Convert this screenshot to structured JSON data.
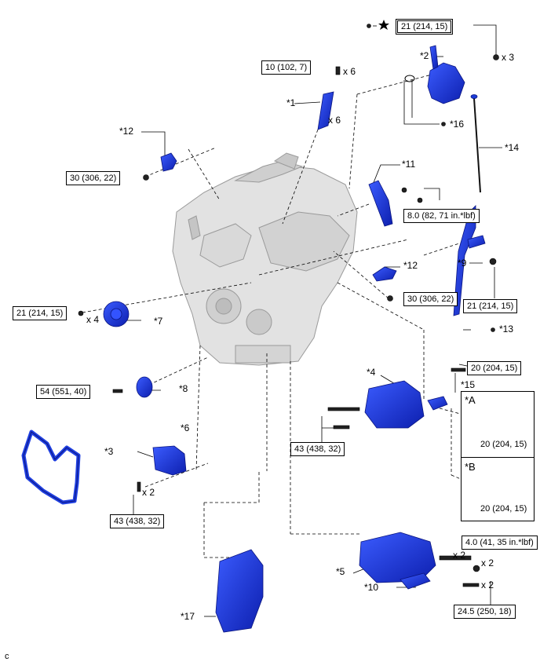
{
  "torque_specs": [
    {
      "id": "t1",
      "text": "21 (214, 15)"
    },
    {
      "id": "t2",
      "text": "10 (102, 7)"
    },
    {
      "id": "t3",
      "text": "30 (306, 22)"
    },
    {
      "id": "t4",
      "text": "8.0 (82, 71 in.*lbf)"
    },
    {
      "id": "t5",
      "text": "30 (306, 22)"
    },
    {
      "id": "t6",
      "text": "21 (214, 15)"
    },
    {
      "id": "t7",
      "text": "21 (214, 15)"
    },
    {
      "id": "t8",
      "text": "54 (551, 40)"
    },
    {
      "id": "t9",
      "text": "20 (204, 15)"
    },
    {
      "id": "t10",
      "text": "43 (438, 32)"
    },
    {
      "id": "t11",
      "text": "20 (204, 15)"
    },
    {
      "id": "t12",
      "text": "20 (204, 15)"
    },
    {
      "id": "t13",
      "text": "43 (438, 32)"
    },
    {
      "id": "t14",
      "text": "4.0 (41, 35 in.*lbf)"
    },
    {
      "id": "t15",
      "text": "24.5 (250, 18)"
    }
  ],
  "parts": [
    {
      "id": "p1",
      "text": "*1"
    },
    {
      "id": "p2",
      "text": "*2"
    },
    {
      "id": "p3",
      "text": "*3"
    },
    {
      "id": "p4",
      "text": "*4"
    },
    {
      "id": "p5",
      "text": "*5"
    },
    {
      "id": "p6",
      "text": "*6"
    },
    {
      "id": "p7",
      "text": "*7"
    },
    {
      "id": "p8",
      "text": "*8"
    },
    {
      "id": "p9",
      "text": "*9"
    },
    {
      "id": "p10",
      "text": "*10"
    },
    {
      "id": "p11",
      "text": "*11"
    },
    {
      "id": "p12a",
      "text": "*12"
    },
    {
      "id": "p12b",
      "text": "*12"
    },
    {
      "id": "p13",
      "text": "*13"
    },
    {
      "id": "p14",
      "text": "*14"
    },
    {
      "id": "p15",
      "text": "*15"
    },
    {
      "id": "p16",
      "text": "*16"
    },
    {
      "id": "p17",
      "text": "*17"
    }
  ],
  "quantities": [
    {
      "id": "q1",
      "text": "x 3"
    },
    {
      "id": "q2",
      "text": "x 6"
    },
    {
      "id": "q3",
      "text": "x 6"
    },
    {
      "id": "q4",
      "text": "x 4"
    },
    {
      "id": "q5",
      "text": "x 2"
    },
    {
      "id": "q6",
      "text": "x 2"
    },
    {
      "id": "q7",
      "text": "x 2"
    },
    {
      "id": "q8",
      "text": "x 2"
    }
  ],
  "panels": {
    "a": "*A",
    "b": "*B"
  },
  "footer_code": "c",
  "colors": {
    "part_blue": "#1f3fe0",
    "engine_gray": "#d6d6d6",
    "line": "#000000"
  }
}
